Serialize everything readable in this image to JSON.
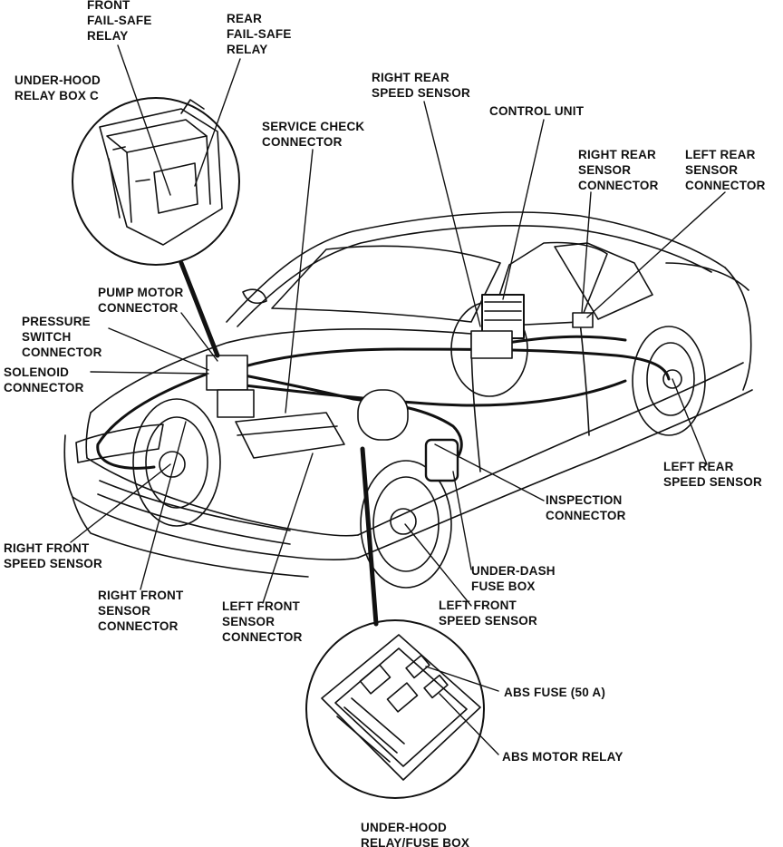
{
  "colors": {
    "ink": "#111111",
    "paper": "#ffffff"
  },
  "labels": {
    "front_failsafe_relay": "FRONT\nFAIL-SAFE\nRELAY",
    "rear_failsafe_relay": "REAR\nFAIL-SAFE\nRELAY",
    "underhood_relay_box_c": "UNDER-HOOD\nRELAY BOX C",
    "right_rear_speed_sensor": "RIGHT REAR\nSPEED SENSOR",
    "control_unit": "CONTROL UNIT",
    "service_check_connector": "SERVICE CHECK\nCONNECTOR",
    "right_rear_sensor_connector": "RIGHT REAR\nSENSOR\nCONNECTOR",
    "left_rear_sensor_connector": "LEFT REAR\nSENSOR\nCONNECTOR",
    "pump_motor_connector": "PUMP MOTOR\nCONNECTOR",
    "pressure_switch_connector": "PRESSURE\nSWITCH\nCONNECTOR",
    "solenoid_connector": "SOLENOID\nCONNECTOR",
    "left_rear_speed_sensor": "LEFT REAR\nSPEED SENSOR",
    "inspection_connector": "INSPECTION\nCONNECTOR",
    "right_front_speed_sensor": "RIGHT FRONT\nSPEED SENSOR",
    "underdash_fuse_box": "UNDER-DASH\nFUSE BOX",
    "right_front_sensor_connector": "RIGHT FRONT\nSENSOR\nCONNECTOR",
    "left_front_sensor_connector": "LEFT FRONT\nSENSOR\nCONNECTOR",
    "left_front_speed_sensor": "LEFT FRONT\nSPEED SENSOR",
    "abs_fuse": "ABS FUSE (50 A)",
    "abs_motor_relay": "ABS MOTOR RELAY",
    "underhood_relay_fuse_box": "UNDER-HOOD\nRELAY/FUSE BOX"
  }
}
